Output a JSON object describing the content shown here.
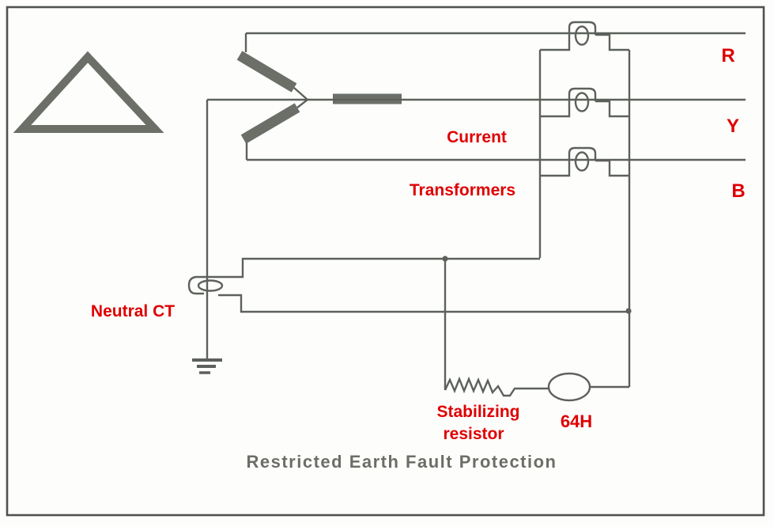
{
  "diagram": {
    "title": "Restricted Earth Fault Protection",
    "phase_labels": {
      "r": "R",
      "y": "Y",
      "b": "B"
    },
    "annotations": {
      "current_transformers": [
        "Current",
        "Transformers"
      ],
      "neutral_ct": "Neutral CT",
      "stabilizing_resistor": [
        "Stabilizing",
        "resistor"
      ],
      "relay": "64H"
    },
    "components": [
      "delta-winding-symbol",
      "star-winding-symbol",
      "phase-ct-r",
      "phase-ct-y",
      "phase-ct-b",
      "neutral-ct",
      "earth-ground-symbol",
      "stabilizing-resistor-symbol",
      "relay-64h-coil"
    ],
    "colors": {
      "line": "#5d615b",
      "thick": "#6b6f68",
      "label_red": "#df0000",
      "title_gray": "#6b6e66",
      "border": "#4f534f",
      "background": "#fdfdfc"
    }
  }
}
